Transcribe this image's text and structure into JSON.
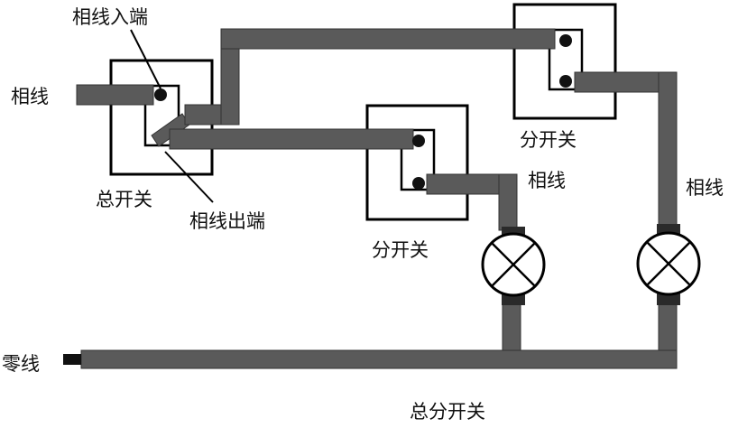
{
  "colors": {
    "wire": "#5a5a5a",
    "wire_edge": "#333333",
    "box_stroke": "#000000",
    "terminal": "#111111",
    "lamp_fill": "#ffffff"
  },
  "labels": {
    "phase_in_terminal": "相线入端",
    "phase_left": "相线",
    "main_switch": "总开关",
    "phase_out_terminal": "相线出端",
    "branch_switch_middle": "分开关",
    "branch_switch_right": "分开关",
    "phase_middle": "相线",
    "phase_right": "相线",
    "neutral": "零线",
    "caption": "总分开关"
  },
  "icons": {
    "terminal": "screw-terminal-icon",
    "lamp": "lamp-cross-icon"
  }
}
